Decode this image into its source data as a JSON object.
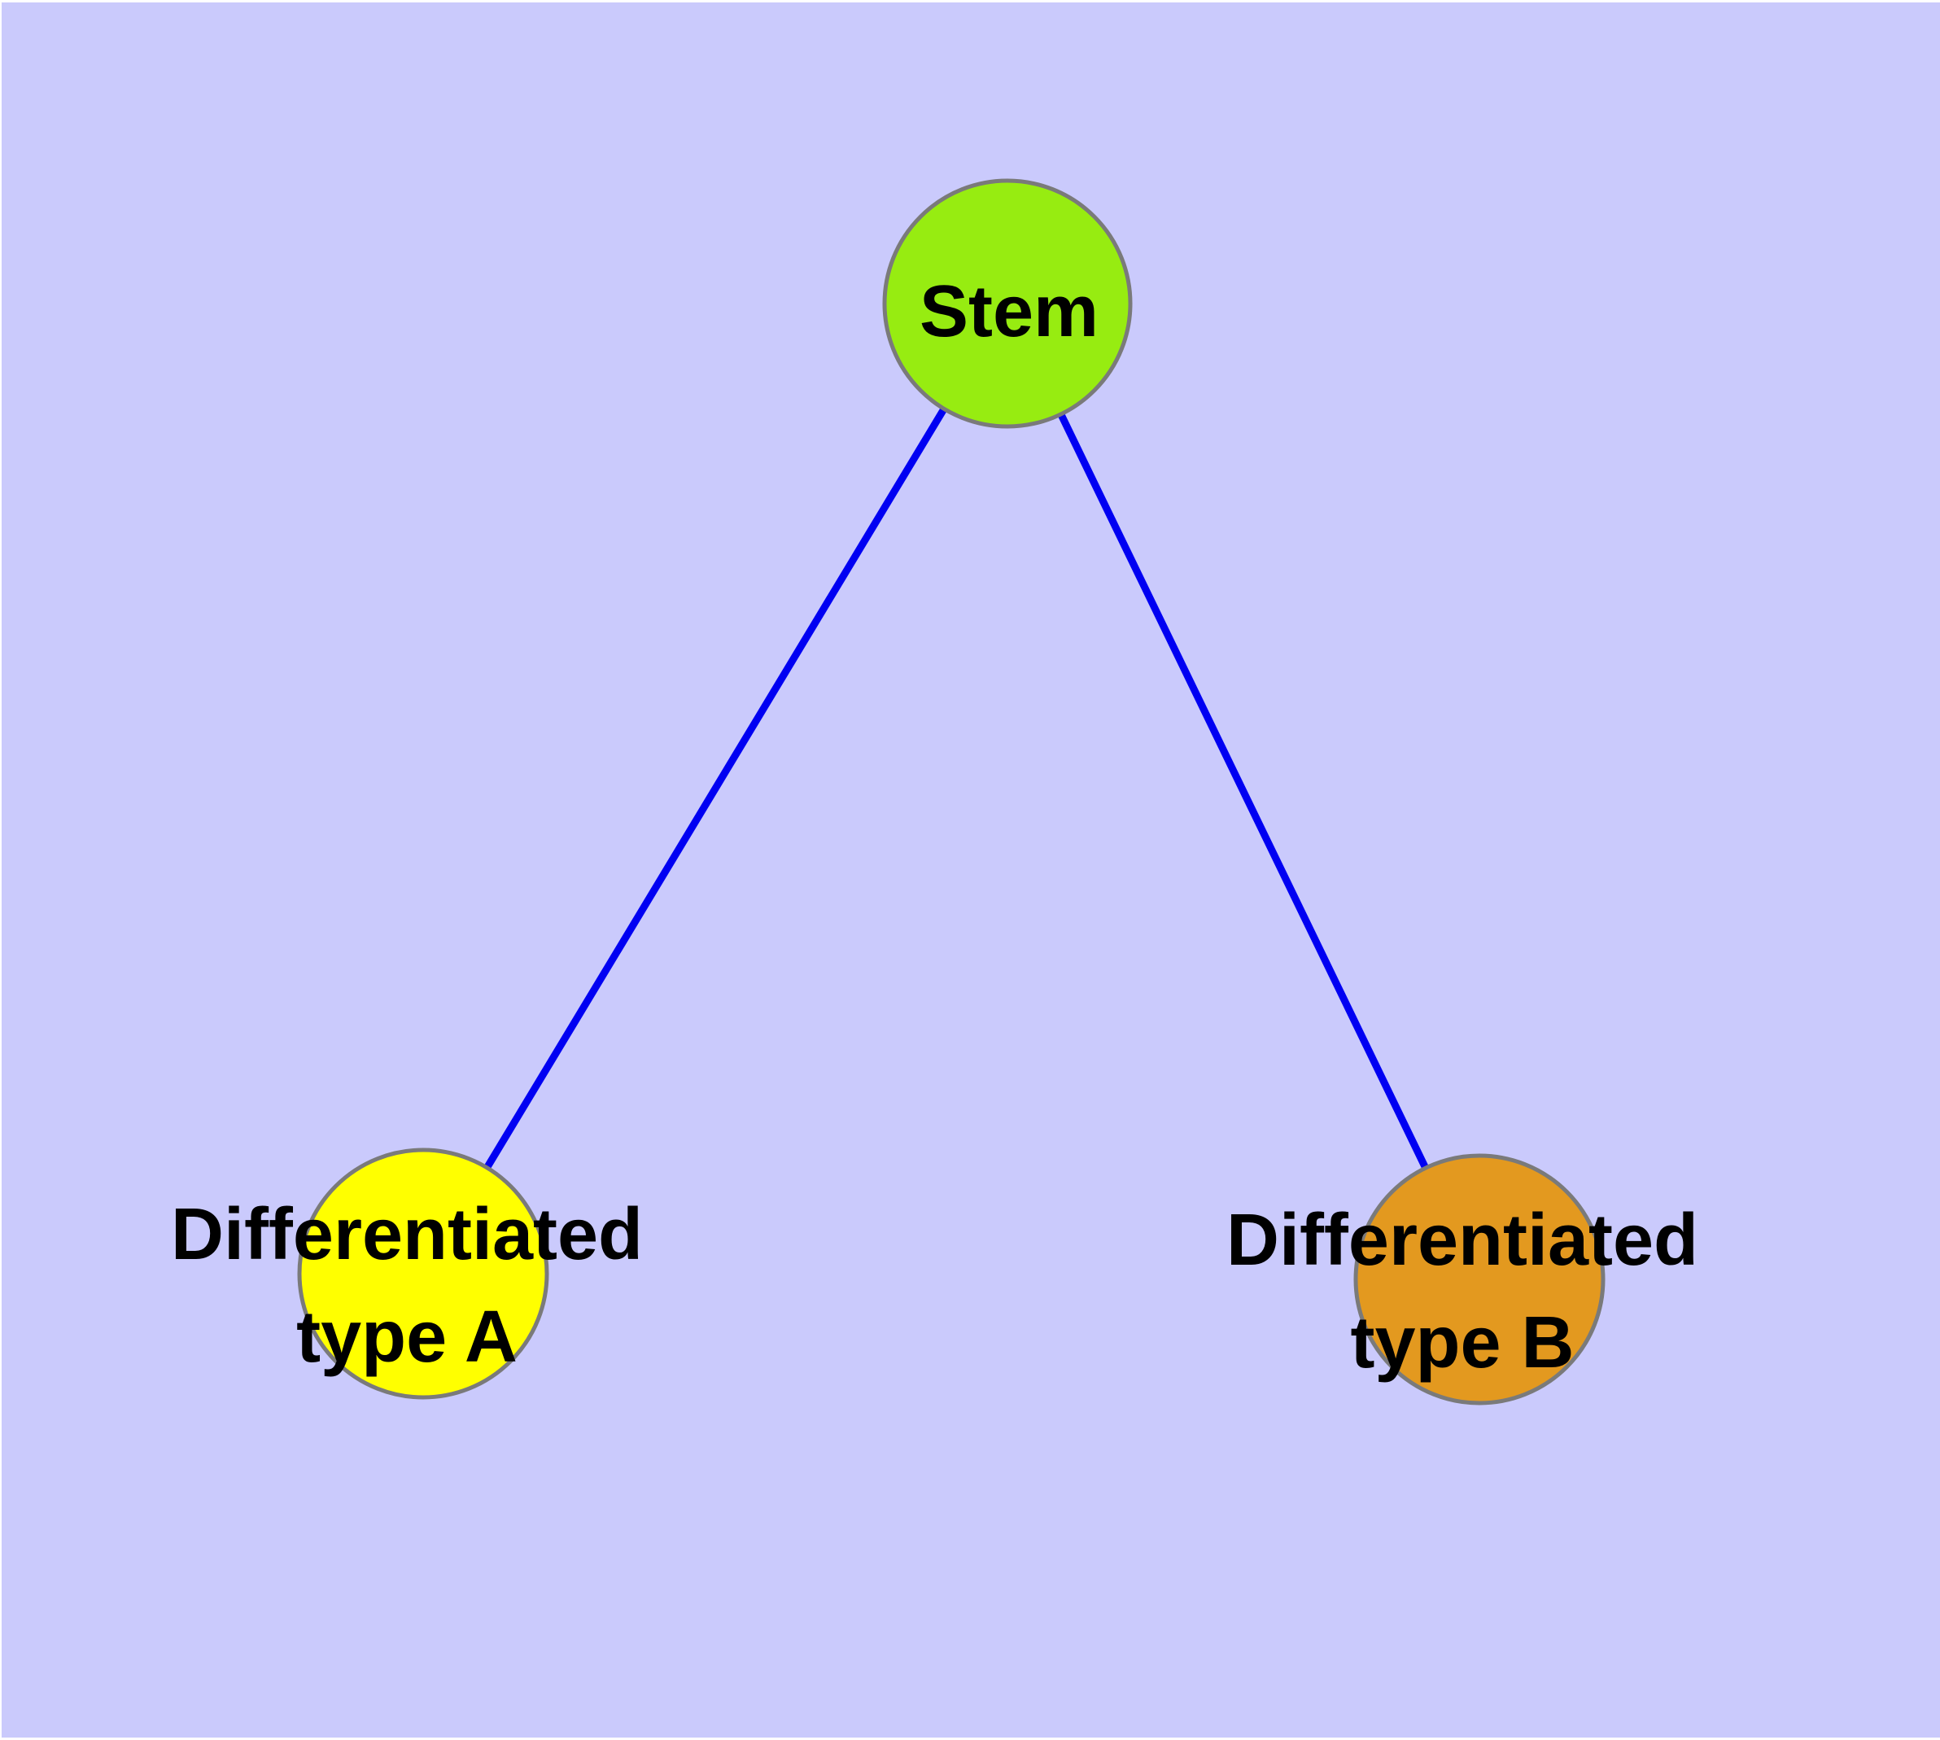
{
  "canvas": {
    "background_color": "#CACAFC",
    "frame_color": "#FFFFFF"
  },
  "nodes": [
    {
      "id": "stem",
      "label": "Stem",
      "color": "#97EC11",
      "border_color": "#7A7A7A"
    },
    {
      "id": "differentiated-type-a",
      "label_line1": "Differentiated",
      "label_line2": "type A",
      "color": "#FFFF00",
      "border_color": "#7A7A7A"
    },
    {
      "id": "differentiated-type-b",
      "label_line1": "Differentiated",
      "label_line2": "type B",
      "color": "#E3991F",
      "border_color": "#7A7A7A"
    }
  ],
  "edges": [
    {
      "from": "stem",
      "to": "differentiated-type-a",
      "color": "#0000F2"
    },
    {
      "from": "stem",
      "to": "differentiated-type-b",
      "color": "#0000F2"
    }
  ]
}
